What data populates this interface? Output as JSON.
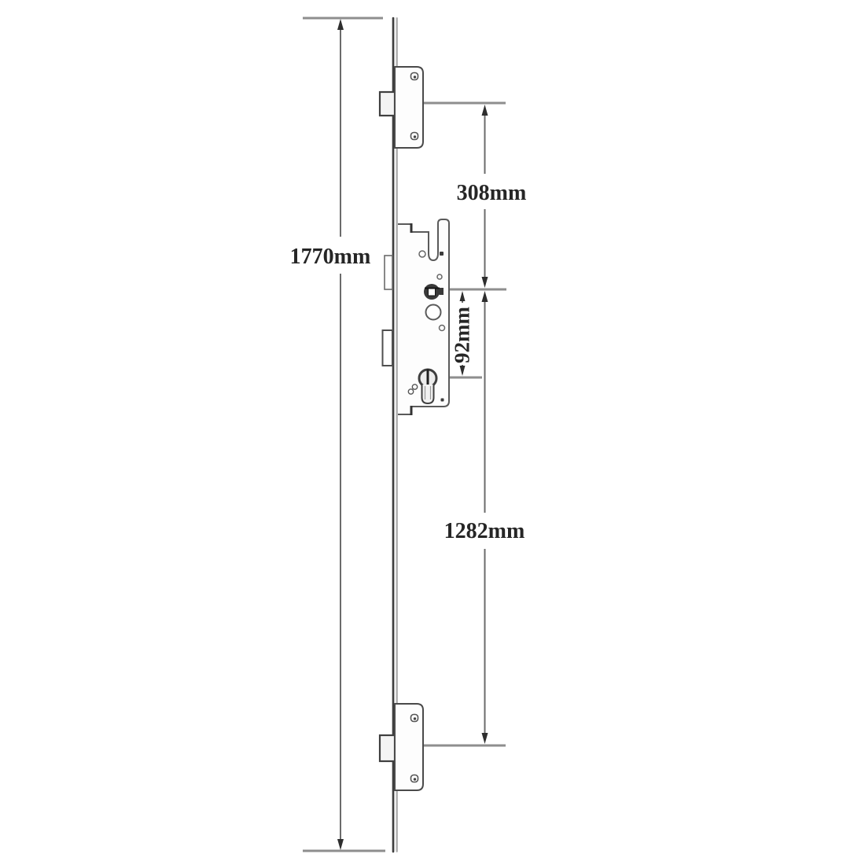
{
  "diagram": {
    "type": "technical-dimension-drawing",
    "subject": "multipoint-door-lock-side-view",
    "background": "#ffffff",
    "dimensions": {
      "overall_length": {
        "label": "1770mm"
      },
      "top_latch_to_spindle": {
        "label": "308mm"
      },
      "spindle_to_cylinder": {
        "label": "92mm"
      },
      "spindle_to_bottom_latch": {
        "label": "1282mm"
      }
    },
    "colors": {
      "extension_line": "#8e8e8e",
      "dimension_line": "#6b6b6b",
      "arrow": "#2e2e2e",
      "drawing_outline": "#4f4f4f",
      "drawing_dark": "#3a3a3a",
      "text": "#262626"
    }
  }
}
